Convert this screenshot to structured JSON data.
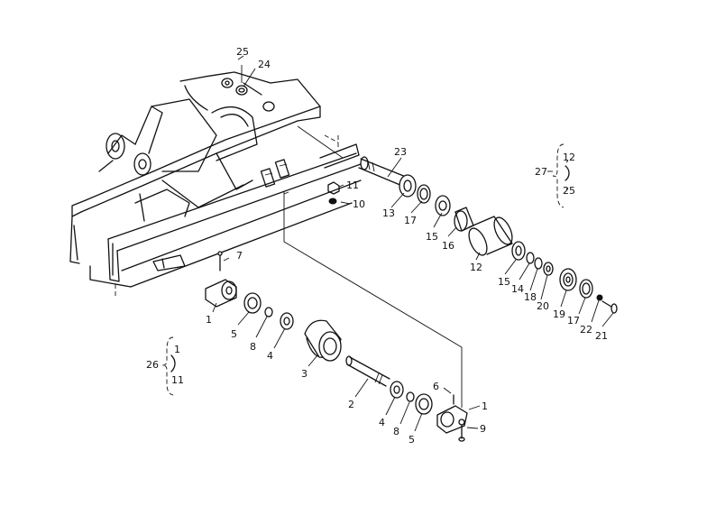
{
  "callouts": [
    {
      "id": "c25a",
      "text": "25"
    },
    {
      "id": "c24",
      "text": "24"
    },
    {
      "id": "c23",
      "text": "23"
    },
    {
      "id": "c11",
      "text": "11"
    },
    {
      "id": "c10",
      "text": "10"
    },
    {
      "id": "c13",
      "text": "13"
    },
    {
      "id": "c17a",
      "text": "17"
    },
    {
      "id": "c15a",
      "text": "15"
    },
    {
      "id": "c16",
      "text": "16"
    },
    {
      "id": "c12",
      "text": "12"
    },
    {
      "id": "c15b",
      "text": "15"
    },
    {
      "id": "c14",
      "text": "14"
    },
    {
      "id": "c18",
      "text": "18"
    },
    {
      "id": "c20",
      "text": "20"
    },
    {
      "id": "c19",
      "text": "19"
    },
    {
      "id": "c17b",
      "text": "17"
    },
    {
      "id": "c22",
      "text": "22"
    },
    {
      "id": "c21",
      "text": "21"
    },
    {
      "id": "c7",
      "text": "7"
    },
    {
      "id": "c1a",
      "text": "1"
    },
    {
      "id": "c5a",
      "text": "5"
    },
    {
      "id": "c8a",
      "text": "8"
    },
    {
      "id": "c4a",
      "text": "4"
    },
    {
      "id": "c3",
      "text": "3"
    },
    {
      "id": "c2",
      "text": "2"
    },
    {
      "id": "c4b",
      "text": "4"
    },
    {
      "id": "c8b",
      "text": "8"
    },
    {
      "id": "c5b",
      "text": "5"
    },
    {
      "id": "c6",
      "text": "6"
    },
    {
      "id": "c1b",
      "text": "1"
    },
    {
      "id": "c9",
      "text": "9"
    }
  ],
  "groups": [
    {
      "id": "g27",
      "parent": "27",
      "members": [
        "12",
        "25"
      ]
    },
    {
      "id": "g26",
      "parent": "26",
      "members": [
        "1",
        "11"
      ]
    }
  ]
}
